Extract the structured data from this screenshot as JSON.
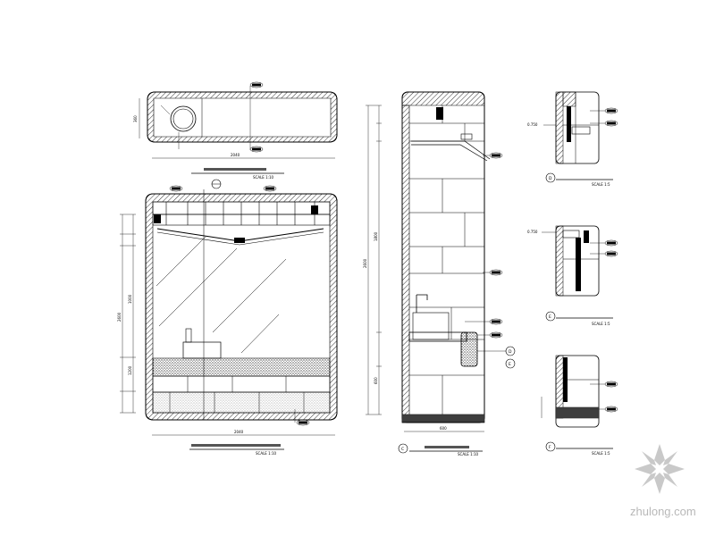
{
  "watermark": {
    "text": "zhulong.com",
    "logo": "zhulong-flower-logo",
    "color": "#c4c4c4"
  },
  "sheet": {
    "line_color": "#000000",
    "hatch_color": "#000000"
  },
  "views": {
    "plan": {
      "dims": [
        "360",
        "2040"
      ],
      "caption_scale": "SCALE 1:10"
    },
    "front_elevation": {
      "dims": [
        "2040",
        "2040",
        "1000",
        "1200",
        "2600"
      ],
      "caption_scale": "SCALE 1:10"
    },
    "side_section": {
      "dims": [
        "2600",
        "1800",
        "600"
      ],
      "bottom_dim": "600",
      "caption_marker": "C",
      "caption_scale": "SCALE 1:10",
      "section_markers": [
        "D",
        "E"
      ]
    },
    "details": [
      {
        "marker": "D",
        "dim": "0.750",
        "scale": "SCALE 1:5"
      },
      {
        "marker": "E",
        "dim": "0.750",
        "scale": "SCALE 1:5"
      },
      {
        "marker": "F",
        "dim": "",
        "scale": "SCALE 1:5"
      }
    ]
  }
}
